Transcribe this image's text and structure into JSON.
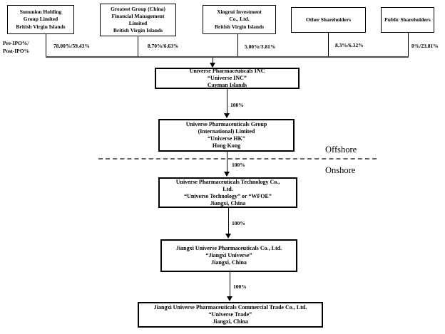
{
  "axis_label": "Pre-IPO%/\nPost-IPO%",
  "shareholders": [
    {
      "label": "Sununion Holding\nGroup Limited\nBritish Virgin Islands",
      "pct": "78.00%/59.43%"
    },
    {
      "label": "Greatest Group (China)\nFinancial Management\nLimited\nBritish Virgin Islands",
      "pct": "8.70%/6.63%"
    },
    {
      "label": "Xingrui Investment\nCo., Ltd.\nBritish Virgin Islands",
      "pct": "5.00%/3.81%"
    },
    {
      "label": "Other Shareholders",
      "pct": "8.3%/6.32%"
    },
    {
      "label": "Public Shareholders",
      "pct": "0%/23.81%"
    }
  ],
  "entities": [
    {
      "label": "Universe Pharmaceuticals INC\n“Universe INC”\nCayman Islands"
    },
    {
      "label": "Universe Pharmaceuticals Group\n(International) Limited\n“Universe HK”\nHong Kong"
    },
    {
      "label": "Universe Pharmaceuticals Technology Co.,\nLtd.\n“Universe Technology” or “WFOE”\nJiangxi, China"
    },
    {
      "label": "Jiangxi Universe Pharmaceuticals Co., Ltd.\n“Jiangxi Universe”\nJiangxi, China"
    },
    {
      "label": "Jiangxi Universe Pharmaceuticals Commercial Trade Co., Ltd.\n“Universe Trade”\nJiangxi, China"
    }
  ],
  "ownership": [
    "100%",
    "100%",
    "100%",
    "100%"
  ],
  "regions": {
    "offshore": "Offshore",
    "onshore": "Onshore"
  },
  "colors": {
    "line": "#000000",
    "gather_line": "#4d4d4d",
    "divider": "#666666",
    "text": "#000000",
    "background": "#ffffff"
  }
}
